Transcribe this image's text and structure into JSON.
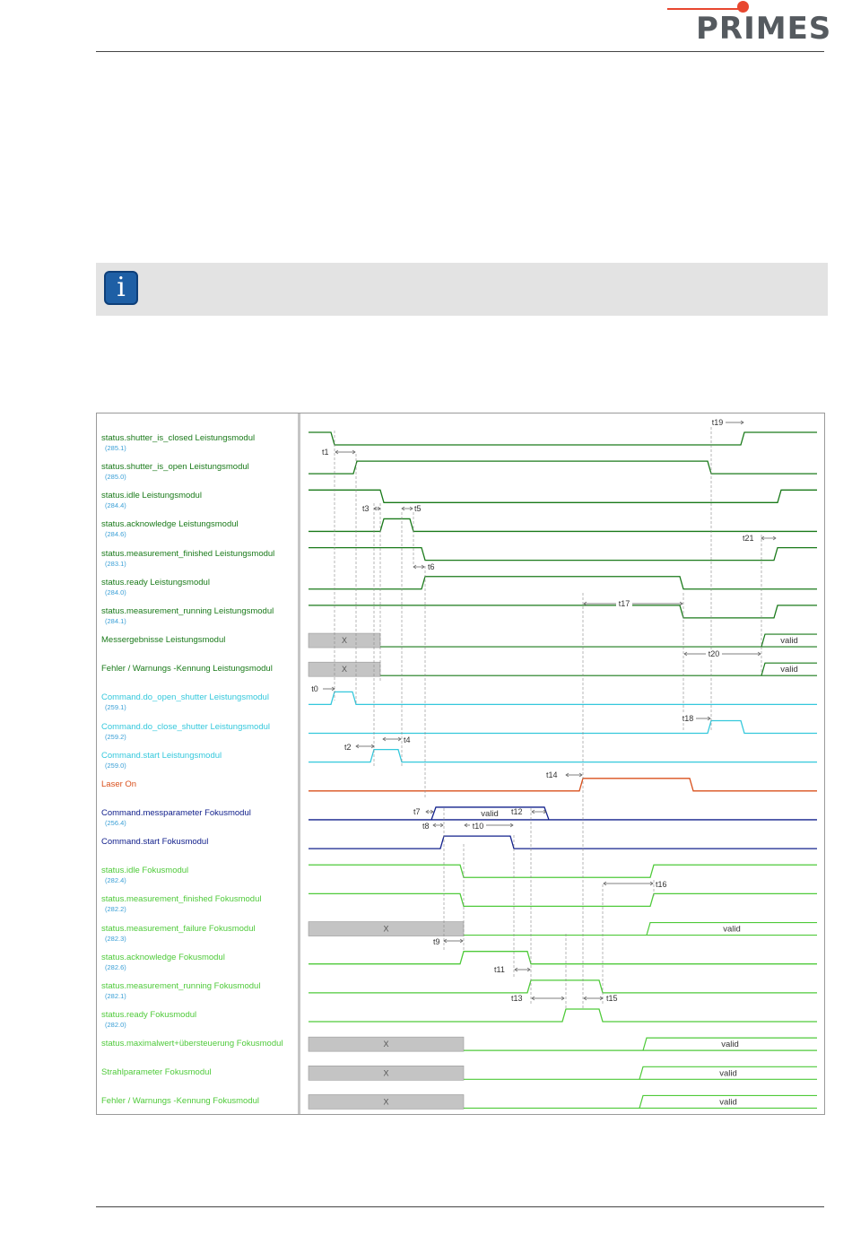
{
  "header": {
    "logo_text": "PRIMES"
  },
  "info_note": {
    "icon": "info-icon",
    "glyph": "i"
  },
  "diagram": {
    "colors": {
      "power_status": "#1a7a1a",
      "power_command": "#34c8dc",
      "laser": "#d9501c",
      "focus_command": "#12208c",
      "focus_status": "#4fca3a",
      "id": "#3a9fd6",
      "bar": "#c4c4c4"
    },
    "signals": [
      {
        "label": "status.shutter_is_closed Leistungsmodul",
        "id": "(285.1)",
        "group": "power_status"
      },
      {
        "label": "status.shutter_is_open Leistungsmodul",
        "id": "(285.0)",
        "group": "power_status"
      },
      {
        "label": "status.idle Leistungsmodul",
        "id": "(284.4)",
        "group": "power_status"
      },
      {
        "label": "status.acknowledge Leistungsmodul",
        "id": "(284.6)",
        "group": "power_status"
      },
      {
        "label": "status.measurement_finished Leistungsmodul",
        "id": "(283.1)",
        "group": "power_status"
      },
      {
        "label": "status.ready Leistungsmodul",
        "id": "(284.0)",
        "group": "power_status"
      },
      {
        "label": "status.measurement_running Leistungsmodul",
        "id": "(284.1)",
        "group": "power_status"
      },
      {
        "label": "Messergebnisse Leistungsmodul",
        "id": "",
        "group": "power_status"
      },
      {
        "label": "Fehler / Warnungs -Kennung Leistungsmodul",
        "id": "",
        "group": "power_status"
      },
      {
        "label": "Command.do_open_shutter Leistungsmodul",
        "id": "(259.1)",
        "group": "power_command"
      },
      {
        "label": "Command.do_close_shutter Leistungsmodul",
        "id": "(259.2)",
        "group": "power_command"
      },
      {
        "label": "Command.start Leistungsmodul",
        "id": "(259.0)",
        "group": "power_command"
      },
      {
        "label": "Laser On",
        "id": "",
        "group": "laser"
      },
      {
        "label": "Command.messparameter Fokusmodul",
        "id": "(256.4)",
        "group": "focus_command"
      },
      {
        "label": "Command.start Fokusmodul",
        "id": "",
        "group": "focus_command"
      },
      {
        "label": "status.idle Fokusmodul",
        "id": "(282.4)",
        "group": "focus_status"
      },
      {
        "label": "status.measurement_finished Fokusmodul",
        "id": "(282.2)",
        "group": "focus_status"
      },
      {
        "label": "status.measurement_failure Fokusmodul",
        "id": "(282.3)",
        "group": "focus_status"
      },
      {
        "label": "status.acknowledge Fokusmodul",
        "id": "(282.6)",
        "group": "focus_status"
      },
      {
        "label": "status.measurement_running Fokusmodul",
        "id": "(282.1)",
        "group": "focus_status"
      },
      {
        "label": "status.ready Fokusmodul",
        "id": "(282.0)",
        "group": "focus_status"
      },
      {
        "label": "status.maximalwert+übersteuerung Fokusmodul",
        "id": "",
        "group": "focus_status"
      },
      {
        "label": "Strahlparameter Fokusmodul",
        "id": "",
        "group": "focus_status"
      },
      {
        "label": "Fehler / Warnungs -Kennung Fokusmodul",
        "id": "",
        "group": "focus_status"
      }
    ],
    "bus_text": {
      "invalid": "X",
      "valid": "valid"
    },
    "timing_labels": [
      "t0",
      "t1",
      "t2",
      "t3",
      "t4",
      "t5",
      "t6",
      "t7",
      "t8",
      "t9",
      "t10",
      "t11",
      "t12",
      "t13",
      "t14",
      "t15",
      "t16",
      "t17",
      "t18",
      "t19",
      "t20",
      "t21"
    ]
  }
}
